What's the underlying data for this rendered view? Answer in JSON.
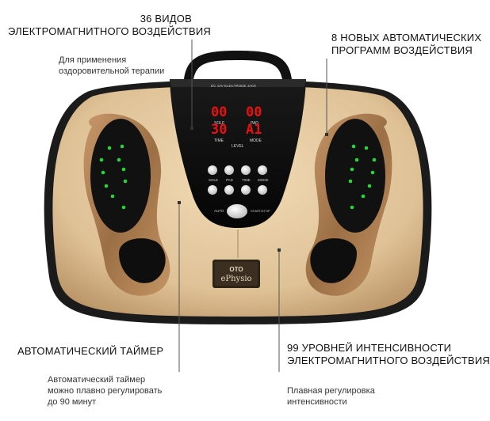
{
  "callouts": {
    "top_left": {
      "heading_line1": "36 ВИДОВ",
      "heading_line2": "ЭЛЕКТРОМАГНИТНОГО ВОЗДЕЙСТВИЯ",
      "note_line1": "Для применения",
      "note_line2": "оздоровительной терапии"
    },
    "top_right": {
      "heading_line1": "8 НОВЫХ АВТОМАТИЧЕСКИХ",
      "heading_line2": "ПРОГРАММ ВОЗДЕЙСТВИЯ"
    },
    "bottom_left": {
      "heading": "АВТОМАТИЧЕСКИЙ ТАЙМЕР",
      "note_line1": "Автоматический таймер",
      "note_line2": "можно плавно регулировать",
      "note_line3": "до 90 минут"
    },
    "bottom_right": {
      "heading_line1": "99 УРОВНЕЙ ИНТЕНСИВНОСТИ",
      "heading_line2": "ЭЛЕКТРОМАГНИТНОГО ВОЗДЕЙСТВИЯ",
      "note_line1": "Плавная регулировка",
      "note_line2": "интенсивности"
    }
  },
  "device": {
    "top_label": "DC 12V  ELECTRODE  JACK",
    "display": {
      "sole_value": "00",
      "sole_label": "SOLE",
      "pad_value": "00",
      "pad_label": "PAD",
      "time_value": "30",
      "time_label": "TIME",
      "mode_value": "A1",
      "mode_label": "MODE",
      "level_label": "LEVEL"
    },
    "buttons": {
      "sole": "SOLE",
      "pad": "PAD",
      "time": "TIME",
      "mode": "MODE",
      "auto": "AUTO",
      "start_stop": "START/STOP"
    },
    "brand": {
      "line1": "OTO",
      "line2": "ePhysio"
    }
  },
  "colors": {
    "led_red": "#e81010",
    "led_green": "#28d83a",
    "beige": "#e4c9a0",
    "bronze": "#a67a4e"
  }
}
